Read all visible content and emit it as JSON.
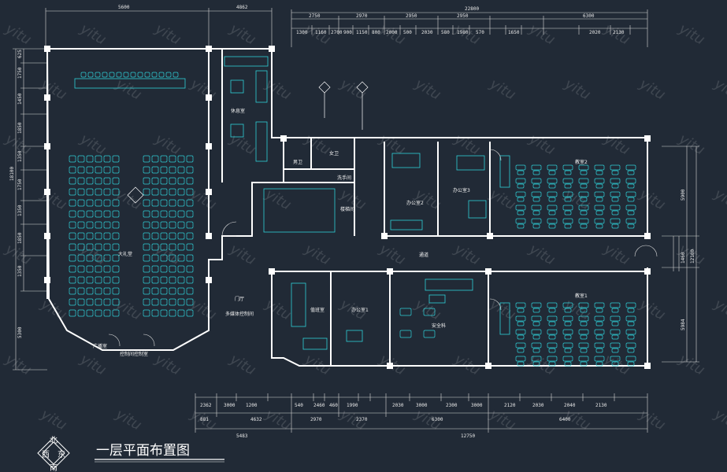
{
  "drawing": {
    "title": "一层平面布置图",
    "compass": {
      "north": "北",
      "south": "南",
      "east": "东",
      "west": "西"
    },
    "watermark": "yitu",
    "colors": {
      "background": "#212a36",
      "wall": "#ffffff",
      "furniture": "#2fd0d8",
      "dimension": "#e8e8e8"
    }
  },
  "rooms": {
    "auditorium": "大礼堂",
    "lounge": "休息室",
    "mens_wc": "男卫",
    "womens_wc": "女卫",
    "washroom": "洗手间",
    "stairs": "楼梯间",
    "office2": "办公室2",
    "office3": "办公室3",
    "classroom2": "教室2",
    "corridor": "通道",
    "lobby": "门厅",
    "multimedia_ctrl": "多媒体控制间",
    "duty_room": "值班室",
    "office1": "办公室1",
    "security_room": "安全科",
    "classroom1": "教室1",
    "broadcast_room": "广播室",
    "control_room": "控制间控制室"
  },
  "dimensions": {
    "top_overall": "22800",
    "top_segments": [
      "5600",
      "4862",
      "2750",
      "2970",
      "2950",
      "2950",
      "6300"
    ],
    "top_sub": [
      "1300",
      "1160",
      "2700",
      "900",
      "1150",
      "800",
      "2000",
      "500",
      "2030",
      "580",
      "1980",
      "570",
      "1650",
      "2020",
      "2130"
    ],
    "left": [
      "625",
      "1750",
      "1450",
      "1850",
      "1350",
      "1750",
      "1350",
      "1850",
      "1350",
      "5300"
    ],
    "left_total": "18100",
    "right": [
      "5900",
      "1460",
      "5984",
      "12100"
    ],
    "bottom_top_row": [
      "2362",
      "3000",
      "1200",
      "540",
      "2460",
      "460",
      "1990",
      "2030",
      "3000",
      "2300",
      "3000",
      "2120",
      "2030",
      "2040",
      "2130"
    ],
    "bottom_mid_row": [
      "881",
      "4632",
      "2970",
      "2370",
      "6300",
      "6400"
    ],
    "bottom_overall": "12750",
    "bottom_left": "5483"
  }
}
